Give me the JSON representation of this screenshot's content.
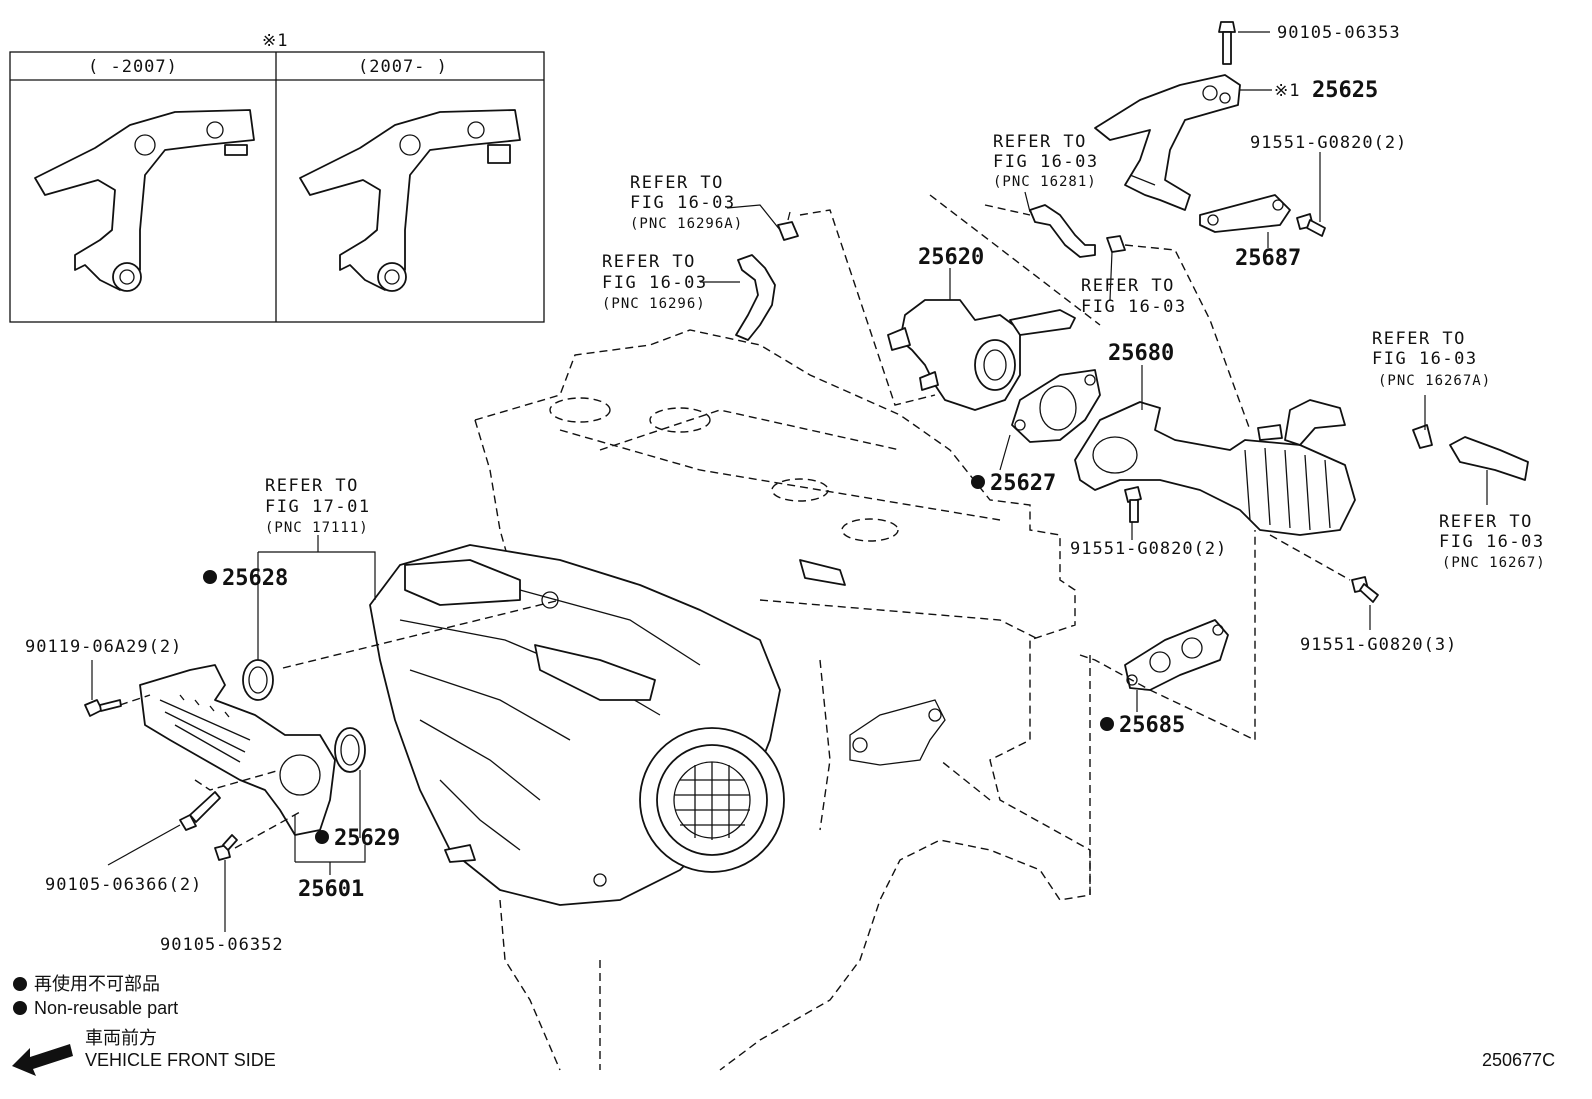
{
  "inset": {
    "marker": "※1",
    "left_header": "(     -2007)",
    "right_header": "(2007-     )"
  },
  "labels": {
    "p90105_06353": "90105-06353",
    "p25625_marker": "※1",
    "p25625": "25625",
    "p91551_g0820_2_top": "91551-G0820(2)",
    "p25687": "25687",
    "p25620": "25620",
    "p25680": "25680",
    "p25627": "25627",
    "p91551_g0820_2_mid": "91551-G0820(2)",
    "p91551_g0820_3": "91551-G0820(3)",
    "p25685": "25685",
    "p25628": "25628",
    "p90119_06a29": "90119-06A29(2)",
    "p25629": "25629",
    "p25601": "25601",
    "p90105_06366": "90105-06366(2)",
    "p90105_06352": "90105-06352"
  },
  "refs": {
    "r16296a": {
      "line1": "REFER TO",
      "line2": "FIG 16-03",
      "line3": "(PNC 16296A)"
    },
    "r16296": {
      "line1": "REFER TO",
      "line2": "FIG 16-03",
      "line3": "(PNC 16296)"
    },
    "r16281": {
      "line1": "REFER TO",
      "line2": "FIG 16-03",
      "line3": "(PNC 16281)"
    },
    "r1603": {
      "line1": "REFER TO",
      "line2": "FIG 16-03"
    },
    "r16267a": {
      "line1": "REFER TO",
      "line2": "FIG 16-03",
      "line3": "(PNC 16267A)"
    },
    "r16267": {
      "line1": "REFER TO",
      "line2": "FIG 16-03",
      "line3": "(PNC 16267)"
    },
    "r17111": {
      "line1": "REFER TO",
      "line2": "FIG 17-01",
      "line3": "(PNC 17111)"
    }
  },
  "legend": {
    "nonreusable_jp": "再使用不可部品",
    "nonreusable_en": "Non-reusable part",
    "front_jp": "車両前方",
    "front_en": "VEHICLE FRONT SIDE"
  },
  "figure_id": "250677C"
}
